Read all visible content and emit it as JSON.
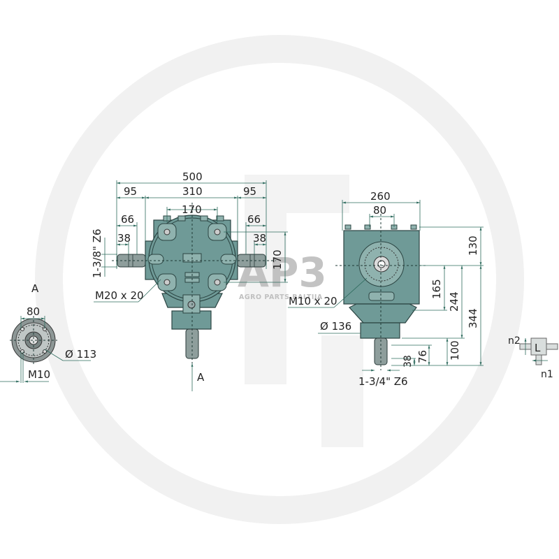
{
  "watermark": {
    "logo": "G",
    "brand": "AP3",
    "brand_sub": "AGRO PARTS BALTIJA",
    "color": "#f1f1f1"
  },
  "front_view": {
    "dims": {
      "overall_width": "500",
      "side_left": "95",
      "body_width": "310",
      "side_right": "95",
      "bolt_spacing": "170",
      "shaft_left": "66",
      "spline_left": "38",
      "shaft_right": "66",
      "spline_right": "38",
      "height_170": "170",
      "shaft_spec": "1-3/8\" Z6",
      "thread": "M20 x 20"
    },
    "view_marker": "A"
  },
  "side_view": {
    "dims": {
      "width": "260",
      "bolt_spacing": "80",
      "top_height": "130",
      "h165": "165",
      "h244": "244",
      "h344": "344",
      "h100": "100",
      "h76": "76",
      "h38": "38",
      "diameter": "Ø 136",
      "thread": "M10 x 20",
      "shaft_spec": "1-3/4\" Z6"
    }
  },
  "view_a": {
    "label": "A",
    "dims": {
      "bolt_spacing": "80",
      "diameter": "Ø 113",
      "thread": "M10"
    }
  },
  "schematic": {
    "symbol": "L",
    "output_label": "n2",
    "input_label": "n1"
  },
  "colors": {
    "housing": "#6f9a97",
    "dimension_line": "#2e6b5e",
    "text": "#222222"
  }
}
